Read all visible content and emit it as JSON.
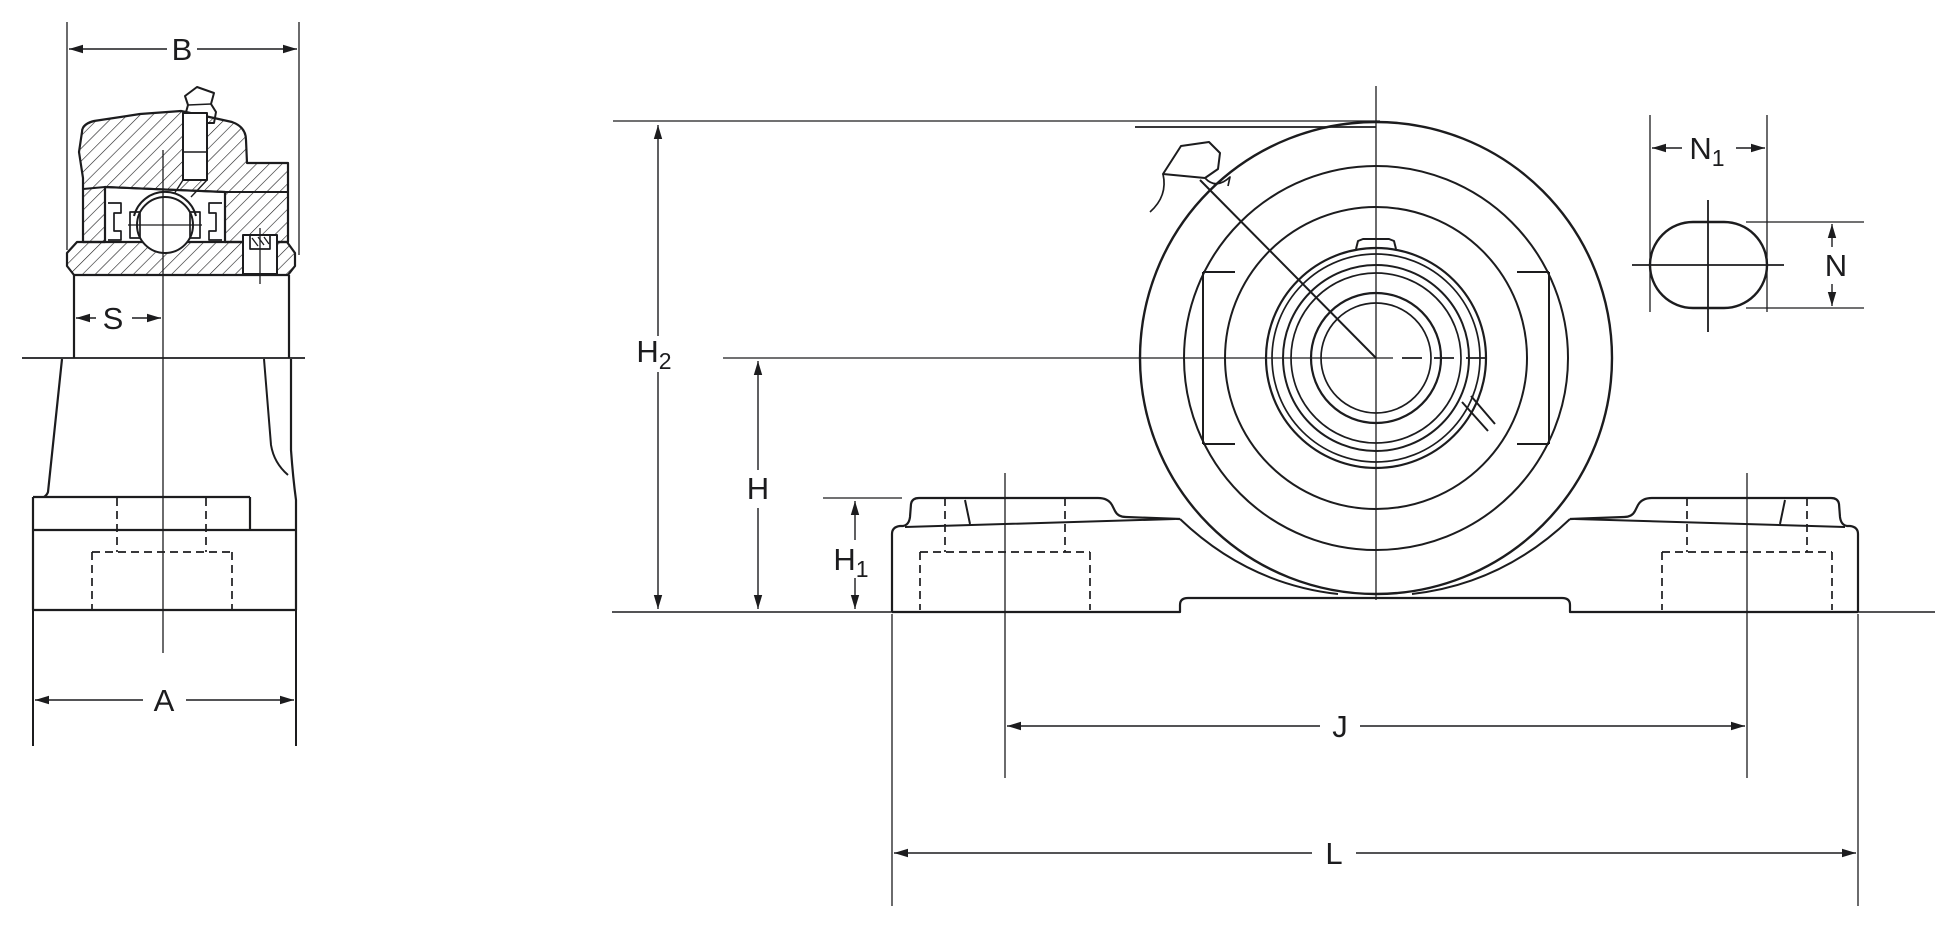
{
  "dims": {
    "B": {
      "base": "B",
      "sub": ""
    },
    "S": {
      "base": "S",
      "sub": ""
    },
    "A": {
      "base": "A",
      "sub": ""
    },
    "H2": {
      "base": "H",
      "sub": "2"
    },
    "H": {
      "base": "H",
      "sub": ""
    },
    "H1": {
      "base": "H",
      "sub": "1"
    },
    "J": {
      "base": "J",
      "sub": ""
    },
    "L": {
      "base": "L",
      "sub": ""
    },
    "N1": {
      "base": "N",
      "sub": "1"
    },
    "N": {
      "base": "N",
      "sub": ""
    }
  },
  "colors": {
    "line": "#1c1c1e",
    "background": "#ffffff"
  }
}
